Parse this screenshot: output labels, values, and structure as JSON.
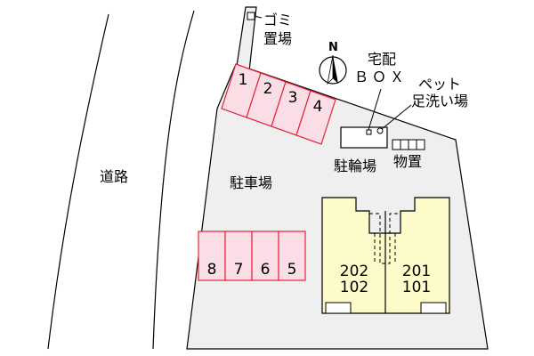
{
  "labels": {
    "road": "道路",
    "parking": "駐車場",
    "trash_line1": "ゴミ",
    "trash_line2": "置場",
    "delivery_line1": "宅配",
    "delivery_line2": "ＢＯＸ",
    "pet_line1": "ペット",
    "pet_line2": "足洗い場",
    "bicycle": "駐輪場",
    "storage": "物置",
    "north": "N"
  },
  "parking_top": [
    "1",
    "2",
    "3",
    "4"
  ],
  "parking_bottom": [
    "8",
    "7",
    "6",
    "5"
  ],
  "units": {
    "left_upper": "202",
    "left_lower": "102",
    "right_upper": "201",
    "right_lower": "101"
  },
  "colors": {
    "lot": "#efefef",
    "parking_fill": "#fbdde6",
    "parking_stroke": "#e4243b",
    "building": "#fdfbc9",
    "outline": "#000000"
  }
}
